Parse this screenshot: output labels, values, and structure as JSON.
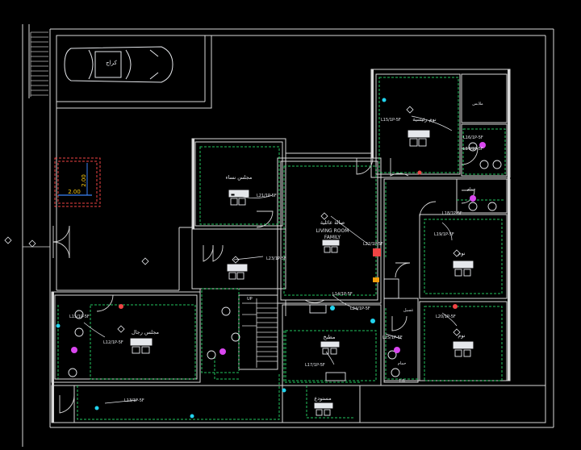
{
  "colors": {
    "background": "#000000",
    "walls": "#d9d9d9",
    "circuit": "#22c55e",
    "fixture": "#e5e7eb",
    "accent_red": "#ef4444",
    "accent_yellow": "#facc15",
    "accent_blue": "#3b82f6",
    "accent_magenta": "#d946ef",
    "accent_cyan": "#22d3ee",
    "accent_orange": "#f59e0b"
  },
  "labels": {
    "garage": "كراج",
    "dimension": "2.00",
    "majlis_men": "مجلس رجال",
    "majlis_women": "مجلس نساء",
    "living_arabic": "صالة عائلية",
    "living_line1": "LIVING ROOM",
    "living_line2": "FAMILY",
    "master_bedroom": "نوم رئيسية",
    "bedroom_1": "نوم",
    "bedroom_2": "نوم",
    "kitchen": "مطبخ",
    "store": "مستودع",
    "dressing": "ملابس",
    "laundry": "غسيل",
    "bath_1": "حمام",
    "bath_2": "حمام",
    "up": "UP",
    "tb": "T.B"
  },
  "circuits": {
    "c1": "L15/1P-5F",
    "c2": "L16/1P-5F",
    "c3": "L17/1P-5F",
    "c4": "L18/1P-5F",
    "c5": "L19/1P-5F",
    "c6": "L20/1P-5F",
    "c7": "L21/1P-5F",
    "c8": "L22/1P-5F",
    "c9": "L23/1P-5F",
    "c10": "L24/1P-5F",
    "c11": "L25/1P-5F",
    "c12": "L14/1P-5F",
    "c13": "L12/1P-5F",
    "c14": "L13/1P-5F"
  }
}
